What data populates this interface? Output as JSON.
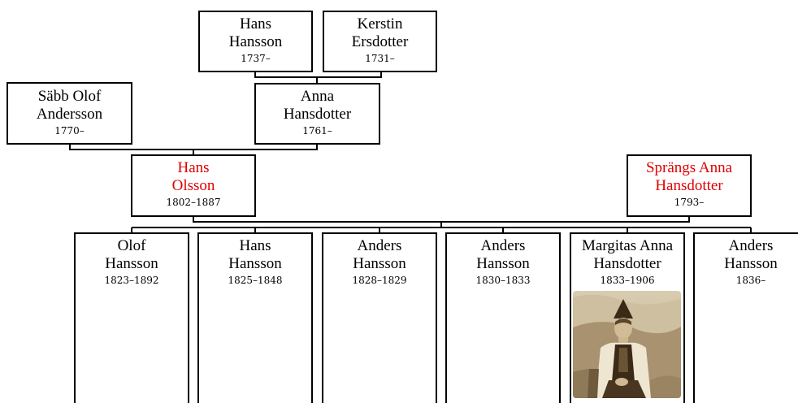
{
  "people": {
    "hans_hansson": {
      "line1": "Hans",
      "line2": "Hansson",
      "years": "1737–"
    },
    "kerstin_ersdotter": {
      "line1": "Kerstin",
      "line2": "Ersdotter",
      "years": "1731–"
    },
    "sabb_olof_andersson": {
      "line1": "Säbb Olof",
      "line2": "Andersson",
      "years": "1770–"
    },
    "anna_hansdotter": {
      "line1": "Anna",
      "line2": "Hansdotter",
      "years": "1761–"
    },
    "hans_olsson": {
      "line1": "Hans",
      "line2": "Olsson",
      "years": "1802–1887"
    },
    "sprangs_anna_hansdotter": {
      "line1": "Sprängs Anna",
      "line2": "Hansdotter",
      "years": "1793–"
    }
  },
  "children": [
    {
      "line1": "Olof",
      "line2": "Hansson",
      "years": "1823–1892"
    },
    {
      "line1": "Hans",
      "line2": "Hansson",
      "years": "1825–1848"
    },
    {
      "line1": "Anders",
      "line2": "Hansson",
      "years": "1828–1829"
    },
    {
      "line1": "Anders",
      "line2": "Hansson",
      "years": "1830–1833"
    },
    {
      "line1": "Margitas Anna",
      "line2": "Hansdotter",
      "years": "1833–1906"
    },
    {
      "line1": "Anders",
      "line2": "Hansson",
      "years": "1836–"
    }
  ],
  "colors": {
    "highlight": "#e00000",
    "line": "#000000"
  }
}
